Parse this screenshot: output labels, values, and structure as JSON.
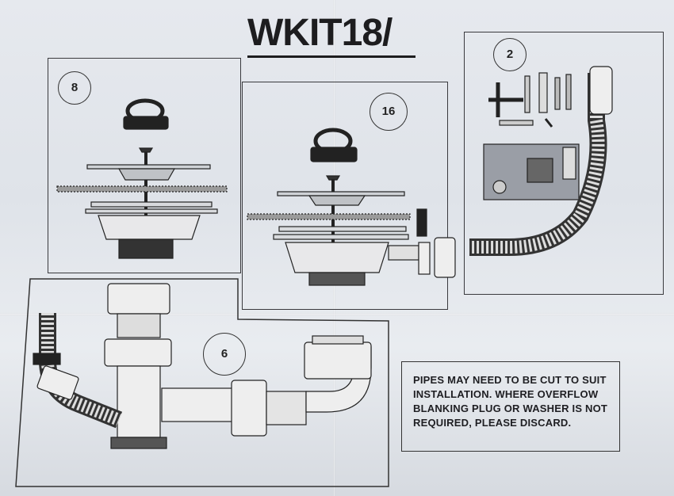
{
  "document": {
    "title": "WKIT18/",
    "panels": {
      "left_top": {
        "badge": "8"
      },
      "center": {
        "badge": "16"
      },
      "right": {
        "badge": "2"
      },
      "bottom": {
        "badge": "6"
      }
    },
    "note": "PIPES MAY NEED TO BE CUT TO SUIT INSTALLATION. WHERE OVERFLOW BLANKING PLUG OR WASHER IS NOT REQUIRED, PLEASE DISCARD."
  }
}
